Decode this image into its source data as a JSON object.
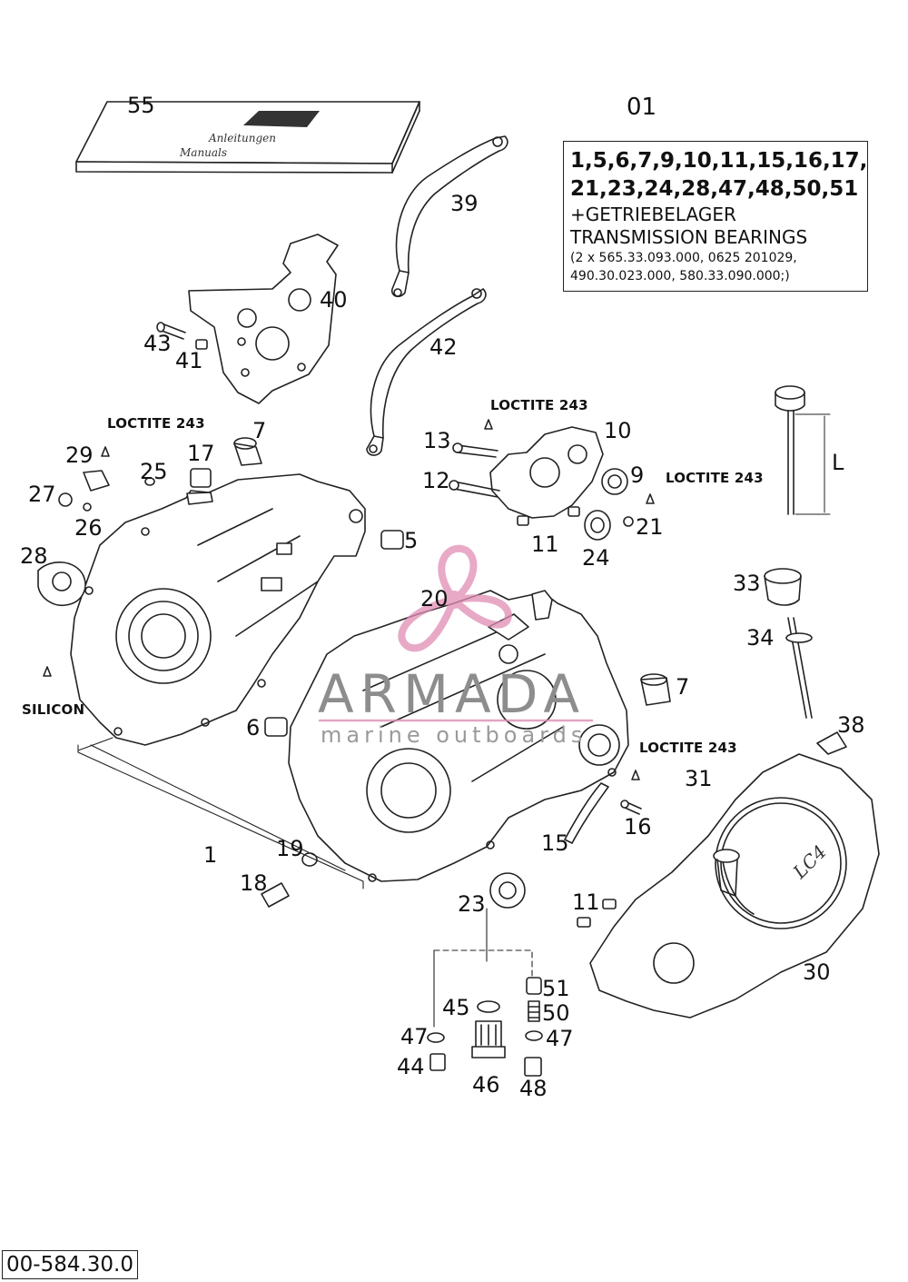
{
  "kit": {
    "number": "01",
    "line1": "1,5,6,7,9,10,11,15,16,17,",
    "line2": "21,23,24,28,47,48,50,51",
    "line3": "+GETRIEBELAGER",
    "line4": "TRANSMISSION BEARINGS",
    "line5": "(2 x 565.33.093.000, 0625 201029,",
    "line6": "490.30.023.000, 580.33.090.000;)"
  },
  "notes": {
    "loctite_a": "LOCTITE 243",
    "loctite_b": "LOCTITE 243",
    "loctite_c": "LOCTITE 243",
    "loctite_d": "LOCTITE 243",
    "silicon": "SILICON",
    "dim_l": "L"
  },
  "parts": {
    "p55": "55",
    "p39": "39",
    "p40": "40",
    "p42": "42",
    "p43": "43",
    "p41": "41",
    "p7a": "7",
    "p29": "29",
    "p17": "17",
    "p25": "25",
    "p27": "27",
    "p26": "26",
    "p28": "28",
    "p5": "5",
    "p13": "13",
    "p10": "10",
    "p12": "12",
    "p9": "9",
    "p21": "21",
    "p11a": "11",
    "p24": "24",
    "p20": "20",
    "p33": "33",
    "p34": "34",
    "p7b": "7",
    "p6": "6",
    "p38": "38",
    "p31": "31",
    "p16": "16",
    "p15": "15",
    "p1": "1",
    "p19": "19",
    "p18": "18",
    "p23": "23",
    "p11b": "11",
    "p30": "30",
    "p51": "51",
    "p45": "45",
    "p50": "50",
    "p47a": "47",
    "p47b": "47",
    "p44": "44",
    "p46": "46",
    "p48": "48"
  },
  "manual_cover": {
    "line1": "Anleitungen",
    "line2": "Manuals"
  },
  "cover_logo": "LC4",
  "watermark": {
    "name": "ARMADA",
    "tagline": "marine outboards"
  },
  "footer": {
    "code": "00-584.30.0"
  }
}
